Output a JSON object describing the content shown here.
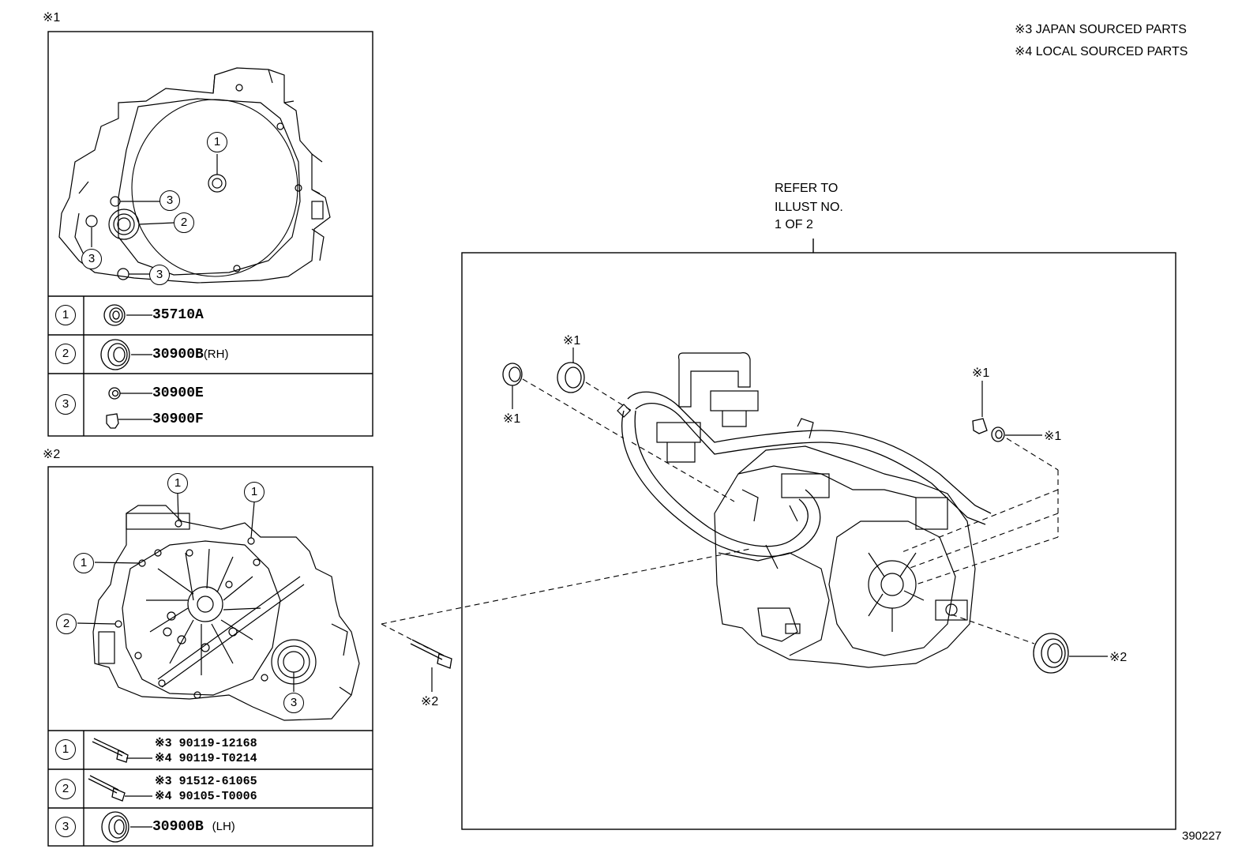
{
  "legend": {
    "note3": "※3 JAPAN SOURCED PARTS",
    "note4": "※4 LOCAL SOURCED PARTS"
  },
  "refer": {
    "line1": "REFER TO",
    "line2": "ILLUST NO.",
    "line3": "1 OF 2"
  },
  "illustration_number": "390227",
  "inset1": {
    "mark": "※1",
    "callouts": [
      "1",
      "2",
      "3",
      "3",
      "3"
    ],
    "rows": [
      {
        "index": "1",
        "part": "35710A",
        "suffix": ""
      },
      {
        "index": "2",
        "part": "30900B",
        "suffix": "(RH)"
      },
      {
        "index": "3",
        "part": "30900E",
        "part2": "30900F"
      }
    ]
  },
  "inset2": {
    "mark": "※2",
    "callouts": [
      "1",
      "1",
      "1",
      "2",
      "3"
    ],
    "rows": [
      {
        "index": "1",
        "line1": "※3 90119-12168",
        "line2": "※4 90119-T0214"
      },
      {
        "index": "2",
        "line1": "※3 91512-61065",
        "line2": "※4 90105-T0006"
      },
      {
        "index": "3",
        "part": "30900B",
        "suffix": "(LH)"
      }
    ]
  },
  "main_callouts": {
    "seal_top_left": "※1",
    "seal_top_center": "※1",
    "plug_right": "※1",
    "washer_right": "※1",
    "seal_bottom_right": "※2",
    "bolt": "※2"
  }
}
